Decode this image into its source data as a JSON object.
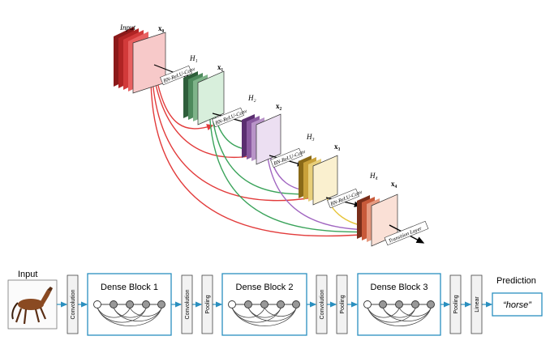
{
  "top": {
    "input_label": "Input",
    "x_labels": [
      "x₀",
      "x₁",
      "x₂",
      "x₃",
      "x₄"
    ],
    "h_labels": [
      "H₁",
      "H₂",
      "H₃",
      "H₄"
    ],
    "op_label": "BN-ReLU-Conv",
    "transition_label": "Transition Layer",
    "block_colors": [
      "#c0392b",
      "#4e8a5d",
      "#8a5aa0",
      "#c9a13a",
      "#c85a3a"
    ],
    "arrow_colors": [
      "#e23b3b",
      "#3aa35a",
      "#a065c0",
      "#e6c43a"
    ]
  },
  "bottom": {
    "input_label": "Input",
    "prediction_label": "Prediction",
    "prediction_value": "“horse”",
    "layers": [
      "Convolution",
      "Convolution",
      "Pooling",
      "Convolution",
      "Pooling",
      "Pooling",
      "Linear"
    ],
    "dense_blocks": [
      "Dense Block 1",
      "Dense Block 2",
      "Dense Block 3"
    ],
    "accent": "#2a8fbf"
  }
}
